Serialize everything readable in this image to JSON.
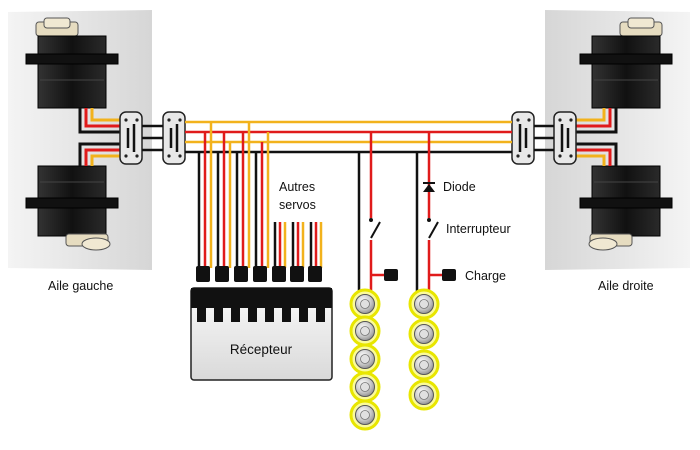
{
  "labels": {
    "left_wing": "Aile gauche",
    "right_wing": "Aile droite",
    "other_servos_1": "Autres",
    "other_servos_2": "servos",
    "diode": "Diode",
    "switch": "Interrupteur",
    "charge": "Charge",
    "receiver": "Récepteur"
  },
  "colors": {
    "wire_black": "#111111",
    "wire_red": "#e01b1b",
    "wire_yellow": "#f2b21c",
    "wing_panel": "#e6e6e6",
    "receiver_body": "#e8e8e8",
    "battery_ring": "#e8e600",
    "servo_body": "#1a1a1a"
  },
  "icons": [
    "servo-icon",
    "connector-icon",
    "diode-icon",
    "switch-icon",
    "battery-cell-icon",
    "charge-plug-icon"
  ]
}
